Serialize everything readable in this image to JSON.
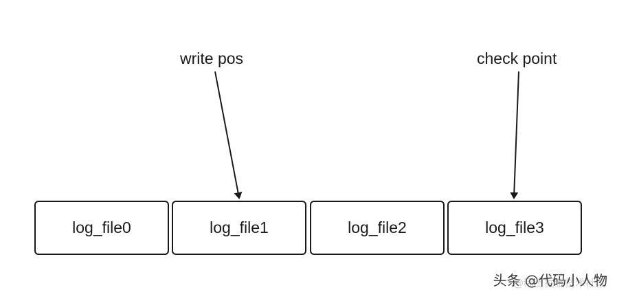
{
  "pointers": {
    "write_pos": "write pos",
    "check_point": "check point"
  },
  "log_files": [
    "log_file0",
    "log_file1",
    "log_file2",
    "log_file3"
  ],
  "watermark": {
    "main": "头条 @代码小人物",
    "sub": "@稀土掘金技术社区"
  }
}
